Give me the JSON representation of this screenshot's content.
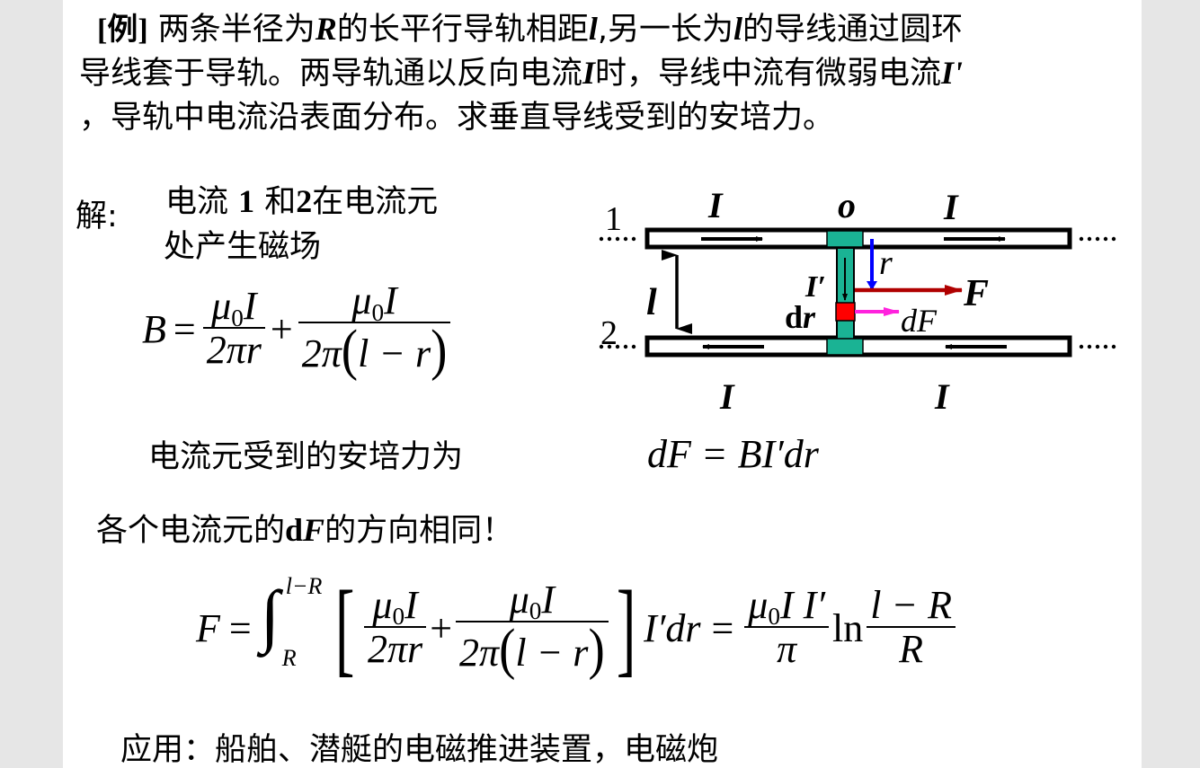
{
  "problem": {
    "line1_prefix": "[例]",
    "line1_a": " 两条半径为",
    "line1_R": "R",
    "line1_b": "的长平行导轨相距",
    "line1_l": "l",
    "line1_c": ",另一长为",
    "line1_l2": "l",
    "line1_d": "的导线通过圆环",
    "line2_a": "导线套于导轨。两导轨通以反向电流",
    "line2_I": "I",
    "line2_b": "时，导线中流有微弱电流",
    "line2_Ip": "I'",
    "line3": "，导轨中电流沿表面分布。求垂直导线受到的安培力。"
  },
  "solution": {
    "label": "解:",
    "intro_line1_a": "电流 ",
    "intro_line1_1": "1",
    "intro_line1_b": " 和",
    "intro_line1_2": "2",
    "intro_line1_c": "在电流元",
    "intro_line2": "处产生磁场",
    "B_formula": {
      "lhs": "B",
      "eq": "=",
      "t1_num_mu": "μ",
      "t1_num_sub": "0",
      "t1_num_I": "I",
      "t1_den": "2πr",
      "plus": "+",
      "t2_num_mu": "μ",
      "t2_num_sub": "0",
      "t2_num_I": "I",
      "t2_den_a": "2π",
      "t2_den_lp": "(",
      "t2_den_b": "l − r",
      "t2_den_rp": ")"
    },
    "force_text": "电流元受到的安培力为",
    "dF_formula": "dF = BI′dr",
    "same_dir_a": "各个电流元的",
    "same_dir_d": "d",
    "same_dir_F": "F",
    "same_dir_b": "的方向相同！",
    "F_formula": {
      "lhs": "F",
      "eq": "=",
      "integral": "∫",
      "upper": "l−R",
      "lower": "R",
      "lbracket": "[",
      "t1_mu": "μ",
      "t1_sub": "0",
      "t1_I": "I",
      "t1_den": "2πr",
      "plus": "+",
      "t2_mu": "μ",
      "t2_sub": "0",
      "t2_I": "I",
      "t2_den_a": "2π",
      "t2_den_lp": "(",
      "t2_den_b": "l − r",
      "t2_den_rp": ")",
      "rbracket": "]",
      "tail": "I′dr",
      "eq2": "=",
      "r_mu": "μ",
      "r_sub": "0",
      "r_num": "I I′",
      "r_den": "π",
      "ln": "ln",
      "ln_num": "l − R",
      "ln_den": "R"
    },
    "application": "应用：船舶、潜艇的电磁推进装置，电磁炮"
  },
  "diagram": {
    "label_1": "1",
    "label_2": "2",
    "label_I_top_left": "I",
    "label_o": "o",
    "label_I_top_right": "I",
    "label_I_bottom_left": "I",
    "label_I_bottom_right": "I",
    "label_l": "l",
    "label_Iprime": "I′",
    "label_dr_d": "d",
    "label_dr_r": "r",
    "label_r": "r",
    "label_F": "F",
    "label_dF": "dF",
    "colors": {
      "rail_border": "#000000",
      "rod": "#1ab394",
      "element": "#ff0000",
      "r_arrow": "#0000ff",
      "F_arrow": "#b00000",
      "dF_arrow": "#ff22dd"
    }
  }
}
